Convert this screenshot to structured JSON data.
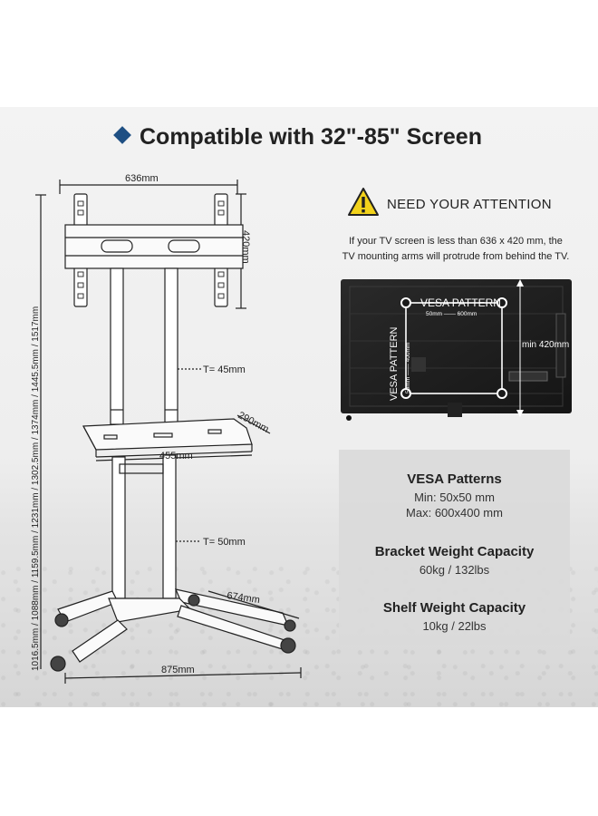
{
  "header": {
    "title": "Compatible with 32\"-85\" Screen"
  },
  "dimensions": {
    "width_top": "636mm",
    "height_top": "420mm",
    "tube_top": "T= 45mm",
    "tube_bottom": "T= 50mm",
    "shelf_depth": "290mm",
    "shelf_width": "455mm",
    "base_depth": "674mm",
    "base_width": "875mm",
    "heights": "1016.5mm / 1088mm / 1159.5mm / 1231mm / 1302.5mm / 1374mm / 1445.5mm / 1517mm"
  },
  "attention": {
    "title": "NEED YOUR ATTENTION",
    "note_line1": "If your TV screen is less than 636 x 420 mm, the",
    "note_line2": "TV mounting arms will protrude from behind the TV."
  },
  "tv_diagram": {
    "vesa_label": "VESA PATTERN",
    "vesa_range_h": "50mm —— 600mm",
    "vesa_label_vertical": "VESA PATTERN",
    "vesa_range_v": "50mm —— 400mm",
    "min_height": "min 420mm"
  },
  "specs": [
    {
      "heading": "VESA Patterns",
      "lines": [
        "Min: 50x50 mm",
        "Max: 600x400 mm"
      ]
    },
    {
      "heading": "Bracket Weight Capacity",
      "lines": [
        "60kg / 132lbs"
      ]
    },
    {
      "heading": "Shelf Weight Capacity",
      "lines": [
        "10kg / 22lbs"
      ]
    }
  ],
  "colors": {
    "accent": "#1e4f83",
    "warning": "#f2d21b"
  },
  "icons": {
    "title": "diamond-icon",
    "attention": "warning-icon"
  }
}
